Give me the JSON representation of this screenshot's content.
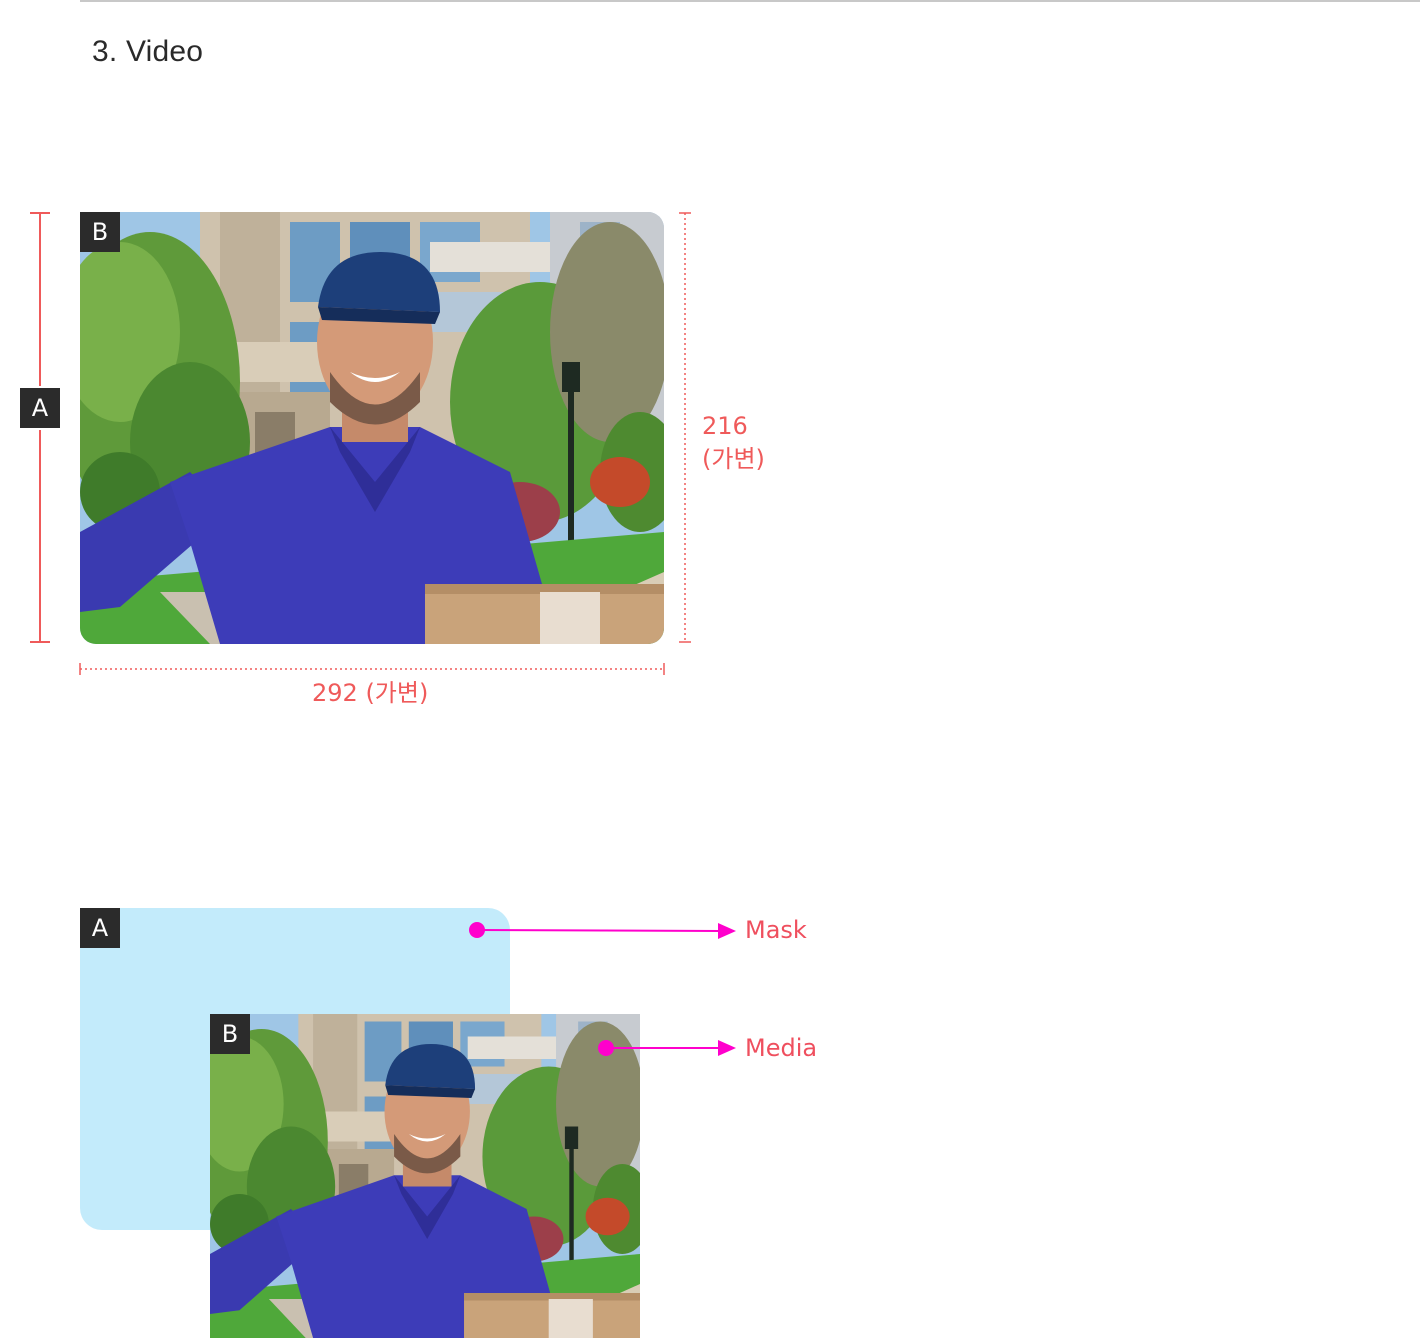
{
  "section": {
    "title": "3. Video"
  },
  "spec": {
    "container_badge": "A",
    "media_badge": "B",
    "height_value": "216",
    "height_note": "(가변)",
    "width_label": "292 (가변)"
  },
  "layers": {
    "mask_badge": "A",
    "media_badge": "B",
    "mask_label": "Mask",
    "media_label": "Media"
  },
  "colors": {
    "dimension": "#ef5a5a",
    "callout": "#ff00cc",
    "mask_fill": "#c3ebfb",
    "badge_bg": "#2b2b2b"
  },
  "image": {
    "description_icon": "delivery-person-photo"
  }
}
